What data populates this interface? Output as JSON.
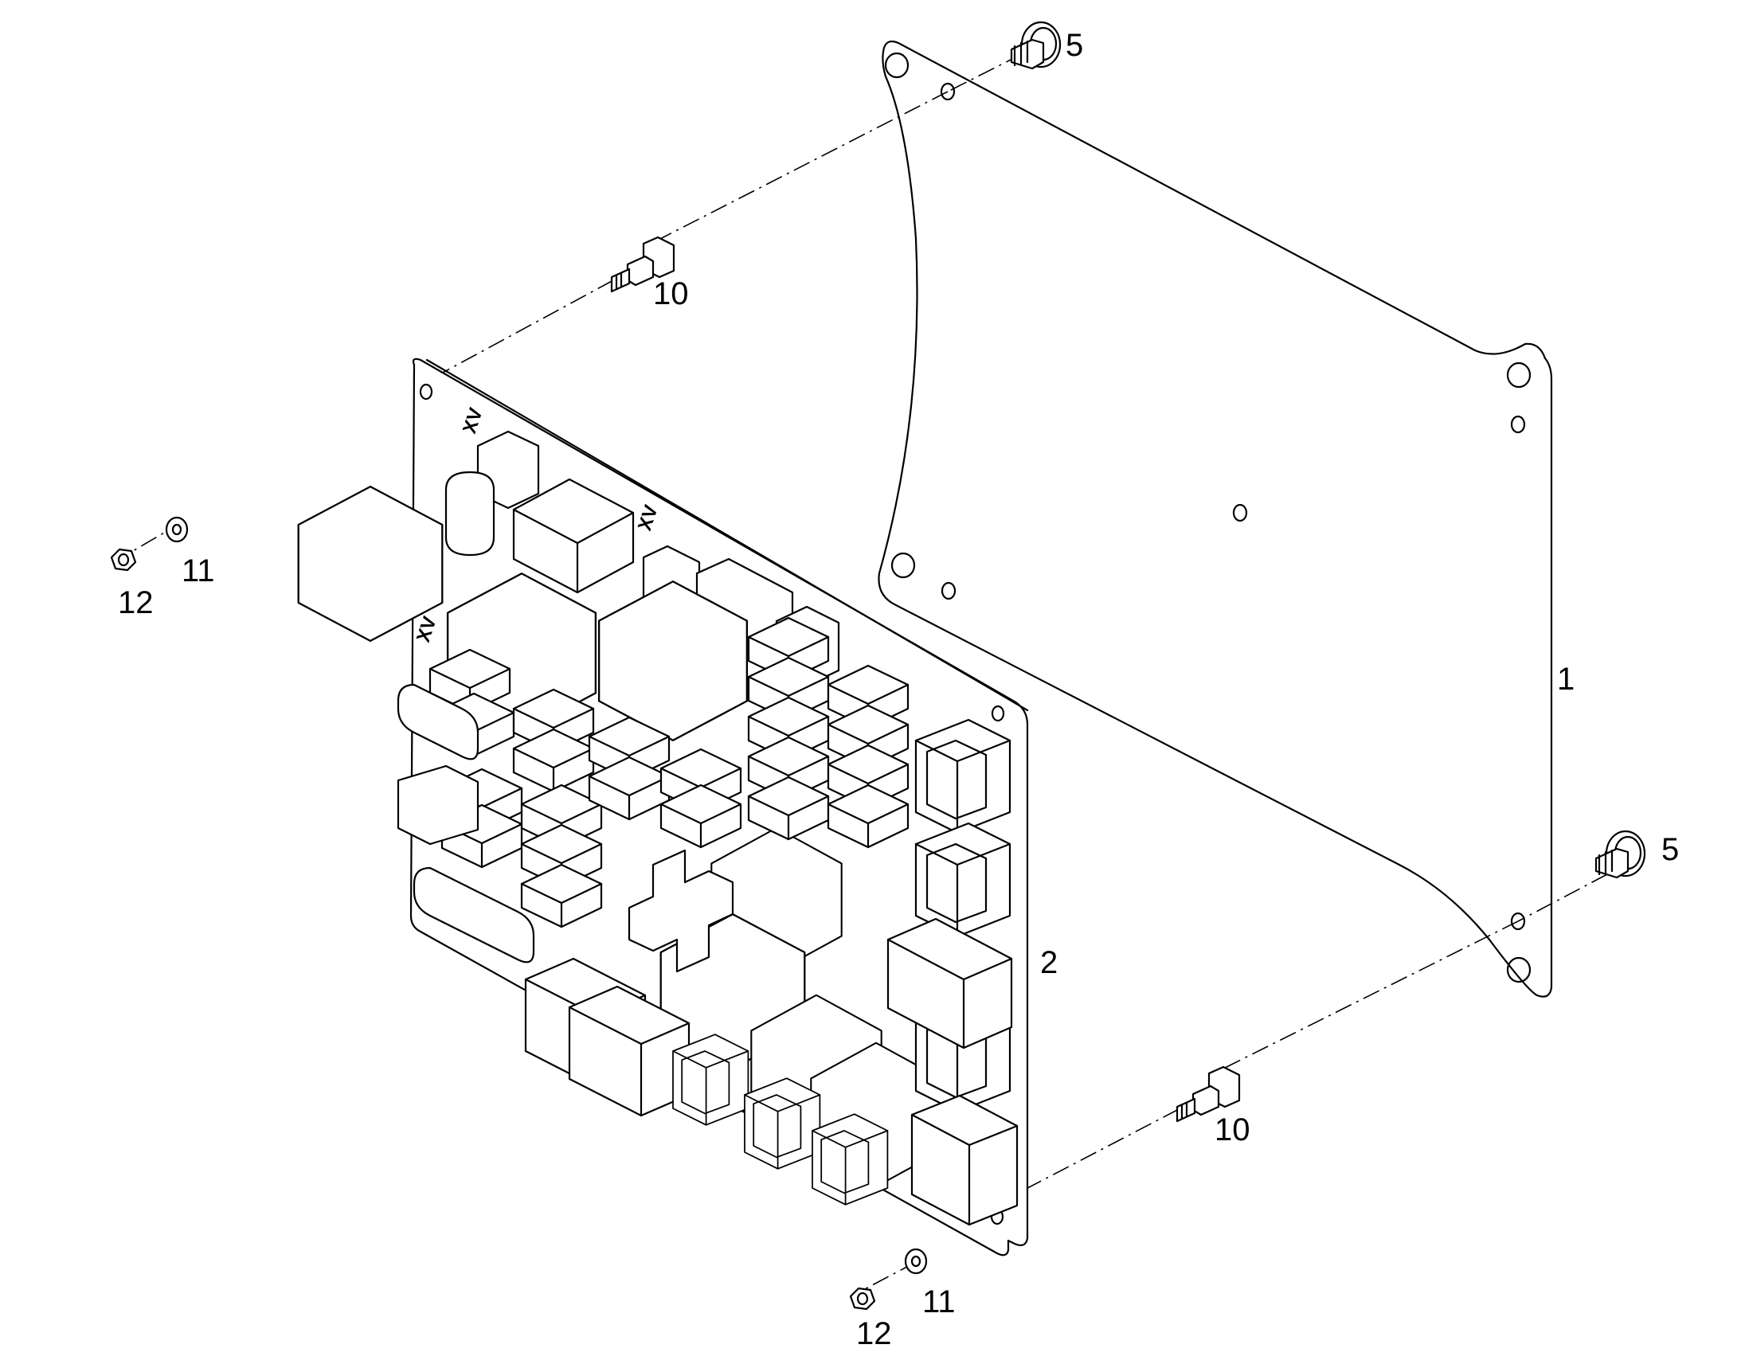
{
  "diagram": {
    "kind": "exploded parts view",
    "callouts": [
      {
        "id": "c1",
        "label": "1"
      },
      {
        "id": "c2",
        "label": "2"
      },
      {
        "id": "c5a",
        "label": "5"
      },
      {
        "id": "c5b",
        "label": "5"
      },
      {
        "id": "c10a",
        "label": "10"
      },
      {
        "id": "c10b",
        "label": "10"
      },
      {
        "id": "c11a",
        "label": "11"
      },
      {
        "id": "c11b",
        "label": "11"
      },
      {
        "id": "c12a",
        "label": "12"
      },
      {
        "id": "c12b",
        "label": "12"
      }
    ],
    "board_marks": [
      "XV",
      "XV",
      "XV"
    ],
    "colors": {
      "line": "#000000",
      "paper": "#ffffff"
    }
  }
}
